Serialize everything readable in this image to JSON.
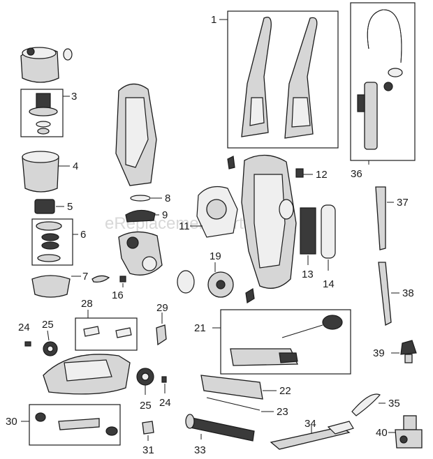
{
  "watermark": "eReplacementParts.com",
  "labels": {
    "p1": "1",
    "p3": "3",
    "p4": "4",
    "p5": "5",
    "p6": "6",
    "p7": "7",
    "p8": "8",
    "p9": "9",
    "p11": "11",
    "p12": "12",
    "p13": "13",
    "p14": "14",
    "p16": "16",
    "p19": "19",
    "p21": "21",
    "p22": "22",
    "p23": "23",
    "p24a": "24",
    "p24b": "24",
    "p25a": "25",
    "p25b": "25",
    "p28": "28",
    "p29": "29",
    "p30": "30",
    "p31": "31",
    "p33": "33",
    "p34": "34",
    "p35": "35",
    "p36": "36",
    "p37": "37",
    "p38": "38",
    "p39": "39",
    "p40": "40"
  }
}
